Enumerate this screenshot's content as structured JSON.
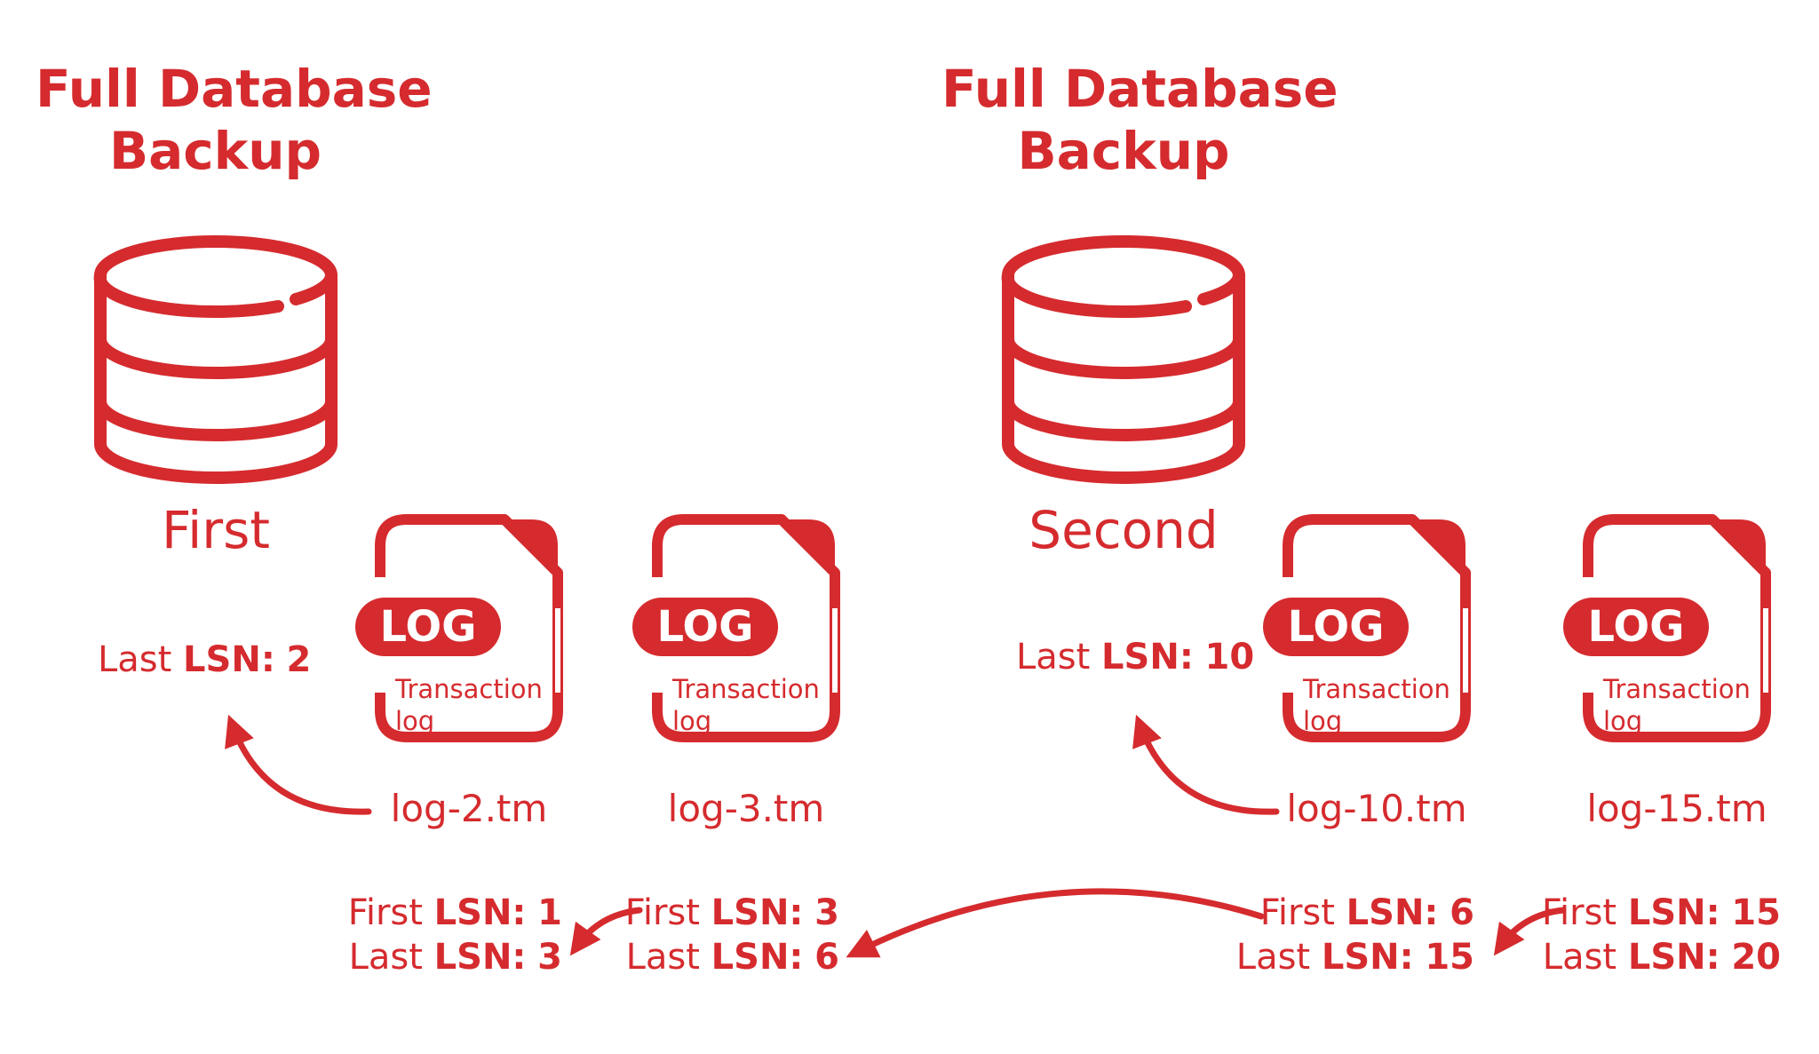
{
  "colors": {
    "accent": "#d52b2e",
    "background": "#ffffff"
  },
  "backups": [
    {
      "heading_line1": "Full Database",
      "heading_line2": "Backup",
      "label": "First",
      "last_lsn_label": "Last",
      "last_lsn_key": "LSN:",
      "last_lsn_value": "2"
    },
    {
      "heading_line1": "Full Database",
      "heading_line2": "Backup",
      "label": "Second",
      "last_lsn_label": "Last",
      "last_lsn_key": "LSN:",
      "last_lsn_value": "10"
    }
  ],
  "logs": [
    {
      "badge": "LOG",
      "caption_line1": "Transaction",
      "caption_line2": "log",
      "filename": "log-2.tm",
      "first_label": "First",
      "first_key": "LSN:",
      "first_value": "1",
      "last_label": "Last",
      "last_key": "LSN:",
      "last_value": "3"
    },
    {
      "badge": "LOG",
      "caption_line1": "Transaction",
      "caption_line2": "log",
      "filename": "log-3.tm",
      "first_label": "First",
      "first_key": "LSN:",
      "first_value": "3",
      "last_label": "Last",
      "last_key": "LSN:",
      "last_value": "6"
    },
    {
      "badge": "LOG",
      "caption_line1": "Transaction",
      "caption_line2": "log",
      "filename": "log-10.tm",
      "first_label": "First",
      "first_key": "LSN:",
      "first_value": "6",
      "last_label": "Last",
      "last_key": "LSN:",
      "last_value": "15"
    },
    {
      "badge": "LOG",
      "caption_line1": "Transaction",
      "caption_line2": "log",
      "filename": "log-15.tm",
      "first_label": "First",
      "first_key": "LSN:",
      "first_value": "15",
      "last_label": "Last",
      "last_key": "LSN:",
      "last_value": "20"
    }
  ],
  "icons": {
    "database": "database-icon",
    "log_file": "log-file-icon",
    "arrow": "curved-arrow-icon"
  }
}
